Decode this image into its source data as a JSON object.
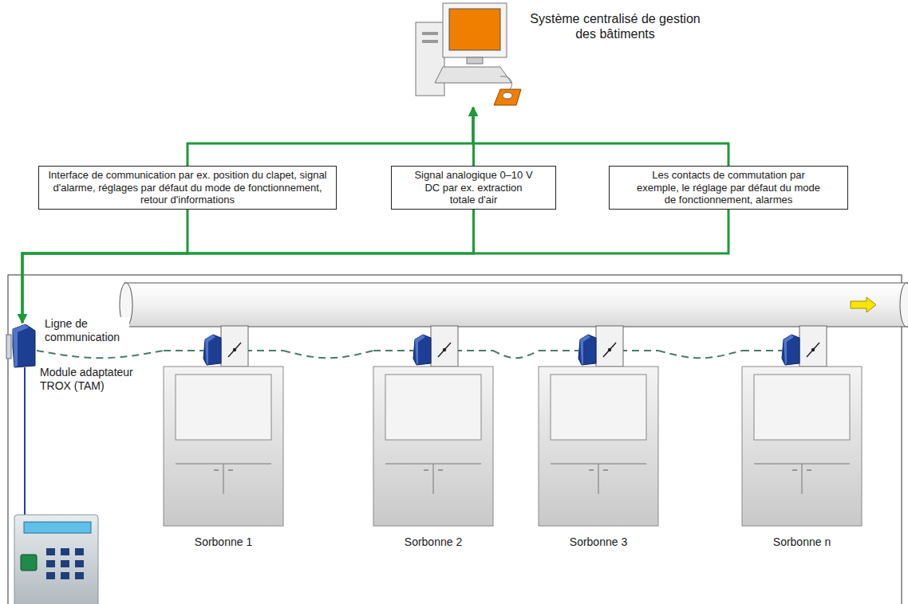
{
  "diagram": {
    "nodes": [
      {
        "text": [
          "Système centralisé de gestion des bâtiments"
        ]
      },
      {
        "text": [
          "Interface de communication par ex. position du clapet, signal d'alarme, réglages par défaut du mode de fonctionnement, retour d'informations"
        ]
      },
      {
        "text": [
          "Signal analogique 0–10 V DC par ex. extraction totale d'air"
        ]
      },
      {
        "text": [
          "Les contacts de commutation par exemple, le réglage par défaut du mode de fonctionnement, alarmes"
        ]
      },
      {
        "text": [
          "Module adaptateur TROX (TAM)"
        ]
      },
      {
        "text": [
          "Sorbonne 1"
        ]
      },
      {
        "text": [
          "Sorbonne 2"
        ]
      },
      {
        "text": [
          "Sorbonne 3"
        ]
      },
      {
        "text": [
          "Sorbonne n"
        ]
      }
    ],
    "edges": [
      {
        "from": 1,
        "to": 0,
        "arrow": "to"
      },
      {
        "from": 2,
        "to": 0,
        "arrow": "to"
      },
      {
        "from": 3,
        "to": 0,
        "arrow": "to"
      },
      {
        "from": 1,
        "to": 4,
        "arrow": "to"
      },
      {
        "from": 2,
        "to": 4,
        "arrow": "to"
      },
      {
        "from": 3,
        "to": 4,
        "arrow": "to"
      },
      {
        "from": 4,
        "to": 5,
        "arrow": "none",
        "label": "Ligne de communication"
      },
      {
        "from": 5,
        "to": 6,
        "arrow": "none"
      },
      {
        "from": 6,
        "to": 7,
        "arrow": "none"
      },
      {
        "from": 7,
        "to": 8,
        "arrow": "none"
      }
    ]
  }
}
